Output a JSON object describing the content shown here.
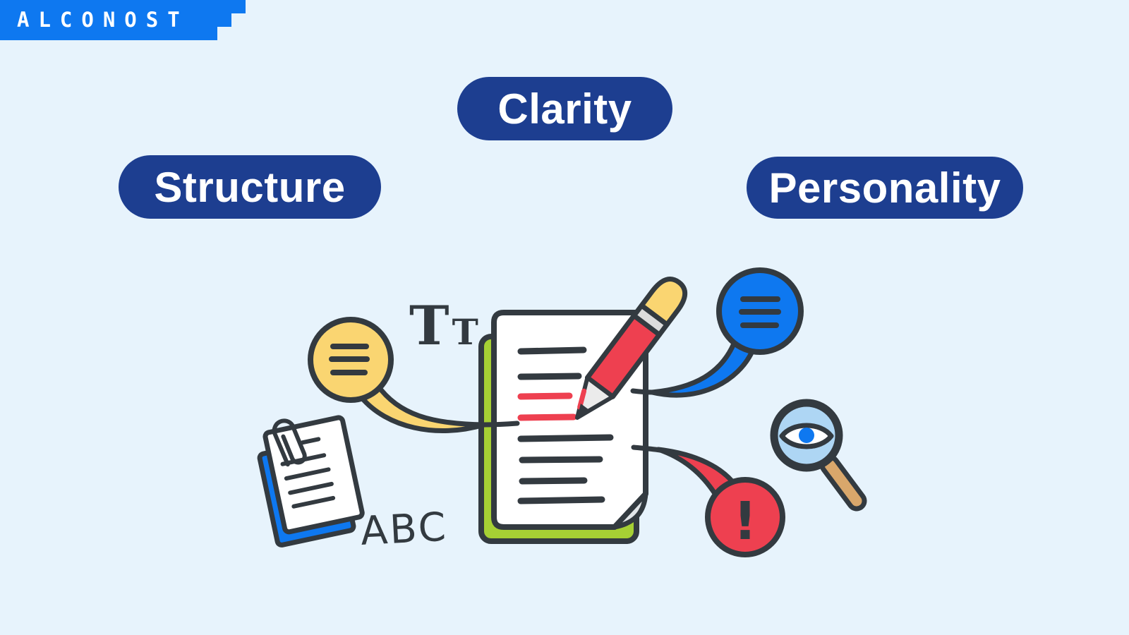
{
  "colors": {
    "bg": "#e7f3fc",
    "brand_blue": "#0e78f0",
    "navy": "#1d3e90",
    "ink": "#333a40",
    "yellow": "#fad571",
    "red": "#ee4050",
    "green": "#a6d034",
    "lens_blue": "#aed6f4",
    "tan": "#d9a76b",
    "gray_light": "#dcdcdc",
    "wood": "#ebebeb",
    "curl": "#e2e6e9",
    "text_on_navy": "#ffffff"
  },
  "logo": {
    "text": "ALCONOST"
  },
  "badges": {
    "clarity": "Clarity",
    "structure": "Structure",
    "personality": "Personality"
  },
  "illustration": {
    "typography_large": "T",
    "typography_small": "T",
    "alphabet": "ABC",
    "exclamation": "!"
  }
}
